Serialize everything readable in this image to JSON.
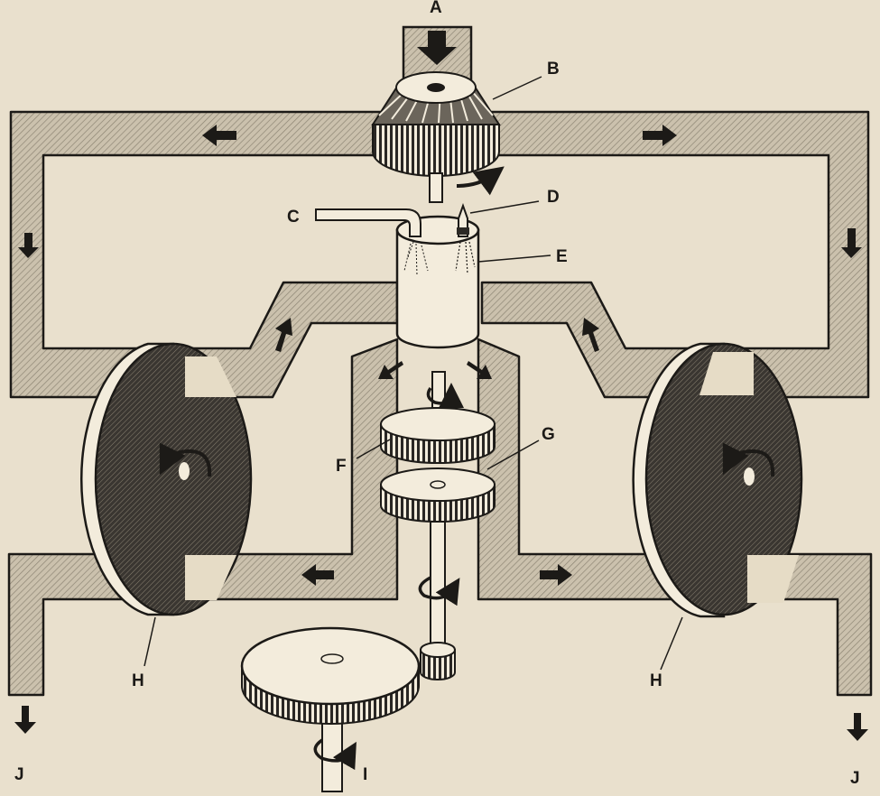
{
  "labels": {
    "a": "A",
    "b": "B",
    "c": "C",
    "d": "D",
    "e": "E",
    "f": "F",
    "g": "G",
    "h_left": "H",
    "h_right": "H",
    "i": "I",
    "j_left": "J",
    "j_right": "J"
  },
  "colors": {
    "paper": "#e9e0cd",
    "duct": "#c6bca9",
    "ink": "#1c1a17",
    "metal": "#f3ecdc"
  },
  "icons": [
    "down-arrow-icon",
    "left-arrow-icon",
    "right-arrow-icon",
    "up-arrow-icon",
    "rotation-arrow-icon"
  ]
}
